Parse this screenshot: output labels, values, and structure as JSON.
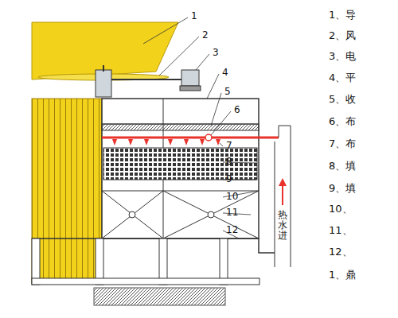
{
  "diagram": {
    "labels": [
      "1",
      "2",
      "3",
      "4",
      "5",
      "6",
      "7",
      "8",
      "9",
      "10",
      "11",
      "12",
      "1、导",
      "2、风",
      "3、电",
      "4、平",
      "5、收",
      "6、布",
      "7、布",
      "8、填",
      "9、填",
      "10、",
      "11、",
      "12、",
      "1、鼎",
      "热水进"
    ]
  }
}
